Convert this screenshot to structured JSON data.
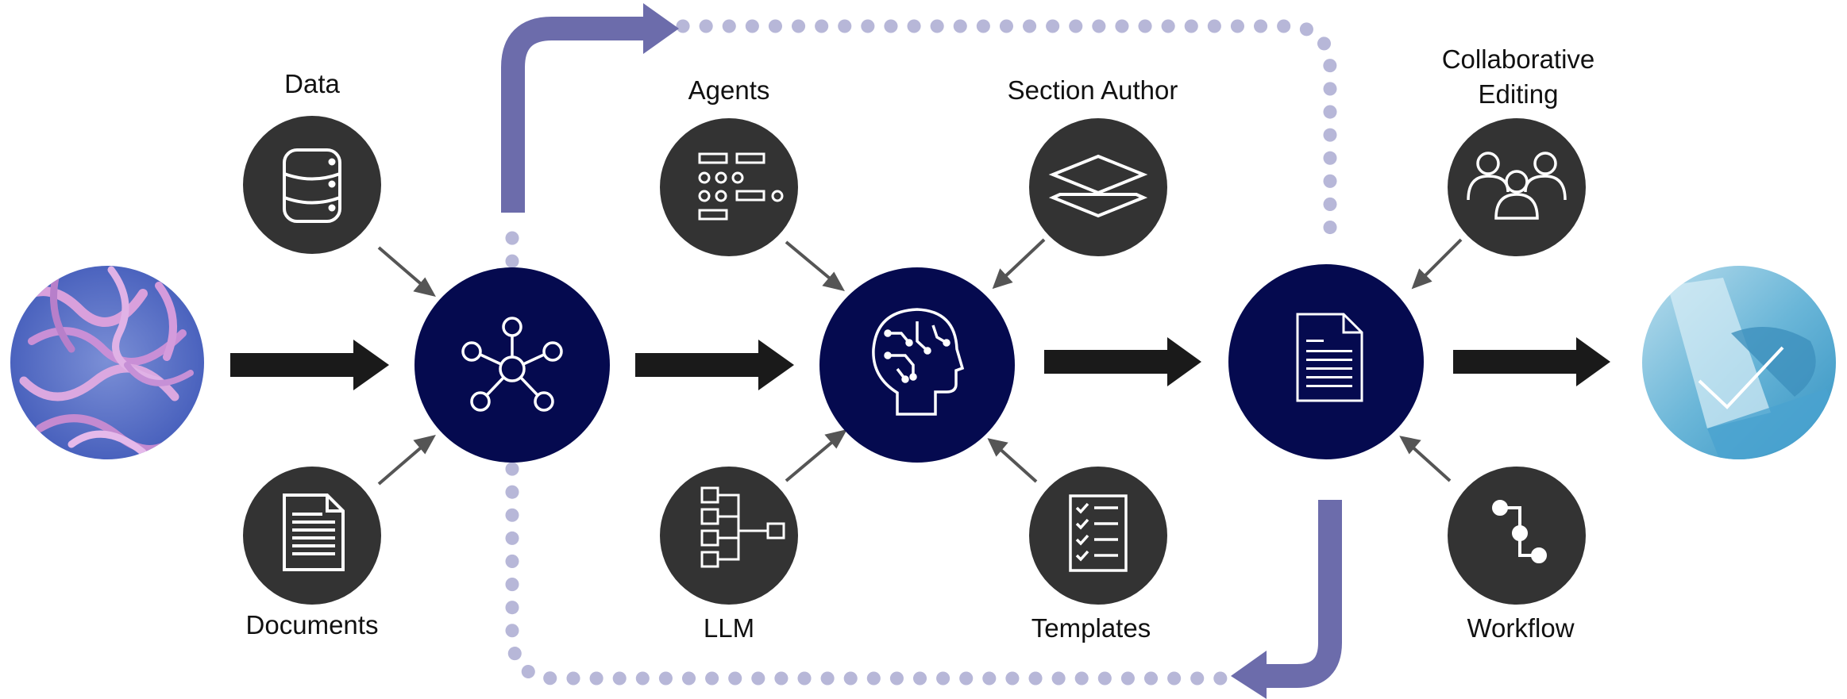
{
  "labels": {
    "data": "Data",
    "documents": "Documents",
    "agents": "Agents",
    "llm": "LLM",
    "section_author": "Section Author",
    "templates": "Templates",
    "collaborative_editing": "Collaborative Editing",
    "workflow": "Workflow"
  },
  "colors": {
    "navy": "#050a4f",
    "dark_gray": "#333333",
    "arrow_black": "#1a1a1a",
    "connector_gray": "#555555",
    "loop_purple": "#6c6cab",
    "loop_dots": "#b7b7d8",
    "icon_white": "#ffffff"
  },
  "icons": {
    "data": "database-icon",
    "documents": "document-icon",
    "hub": "network-hub-icon",
    "agents": "agent-grid-icon",
    "llm": "hierarchy-icon",
    "brain": "ai-brain-icon",
    "section_author": "layers-icon",
    "templates": "checklist-icon",
    "output": "report-document-icon",
    "collaborative_editing": "people-group-icon",
    "workflow": "workflow-icon"
  }
}
